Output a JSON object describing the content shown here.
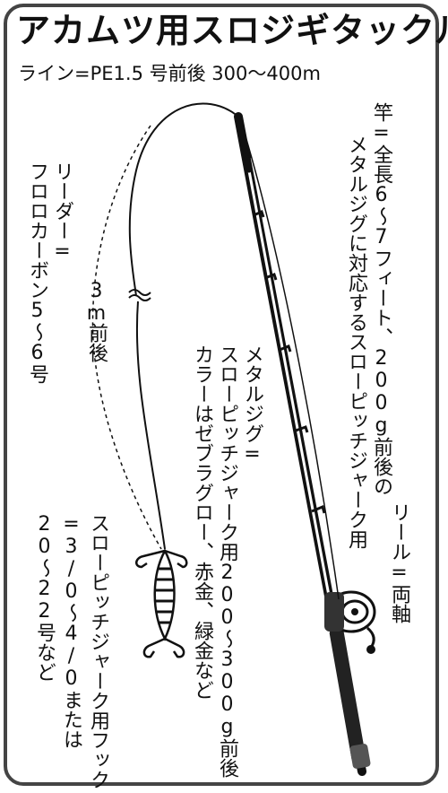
{
  "title": "アカムツ用スロジギタックル",
  "subtitle": "ライン=PE1.5 号前後 300～400m",
  "labels": {
    "rod": [
      "竿=全長6～7フィート、200g前後の",
      "メタルジグに対応するスローピッチジャーク用"
    ],
    "reel": "リール=両軸",
    "leader": [
      "リーダー=",
      "フロロカーボン5～6号"
    ],
    "leader_length": [
      "3m",
      "前後"
    ],
    "jig": [
      "メタルジグ=",
      "スローピッチジャーク用200～300g前後",
      "カラーはゼブラグロー、赤金、緑金など"
    ],
    "hook": [
      "スローピッチジャーク用フック",
      "=3/0～4/0または",
      "20～22号など"
    ]
  },
  "icons": [
    "fishing-rod-icon",
    "reel-icon",
    "metal-jig-icon",
    "assist-hook-icon"
  ]
}
